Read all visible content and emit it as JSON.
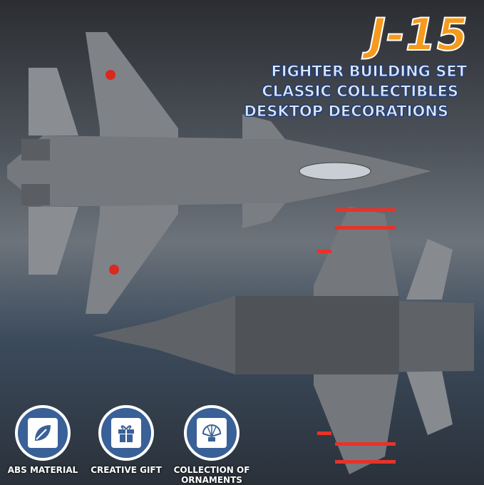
{
  "title": "J-15",
  "subtitles": [
    "FIGHTER BUILDING SET",
    "CLASSIC COLLECTIBLES",
    "DESKTOP DECORATIONS"
  ],
  "features": [
    {
      "icon": "leaf-icon",
      "label": "ABS MATERIAL"
    },
    {
      "icon": "gift-icon",
      "label": "CREATIVE GIFT"
    },
    {
      "icon": "fan-ornament-icon",
      "label": "COLLECTION OF ORNAMENTS"
    }
  ],
  "colors": {
    "title": "#f59a1c",
    "subtitle_outline": "#1f3d7a",
    "icon_circle": "#3a6098",
    "jet_gray": "#7d8186",
    "missile_red": "#e8322a"
  }
}
